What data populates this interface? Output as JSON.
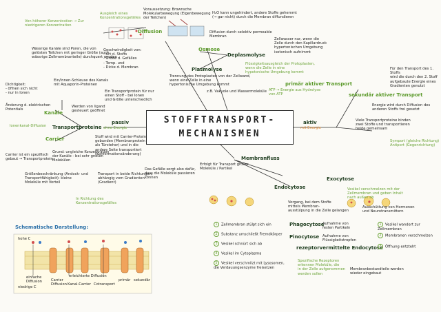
{
  "title": {
    "line1": "STOFFTRANSPORT-",
    "line2": "MECHANISMEN"
  },
  "passiv": {
    "label": "passiv",
    "sub": "ohne Energie"
  },
  "aktiv": {
    "label": "aktiv",
    "sub": "mit Energie"
  },
  "diffusion": {
    "title": "Diffusion",
    "ausgleich": "Ausgleich eines\nKonzentrationsgefälles",
    "voraussetzung": "Voraussetzung: Brownsche\nMolekularbewegung (Eigenbewegung\nder Teilchen)",
    "geschw": "Geschwindigkeit von:\n- Art d. Stoffs\n- Größe d. Gefälles\n- Temp. und\n- Dicke d. Membran",
    "hoch": "Von höherer Konzentration → Zur\nniedrigeren Konzentration"
  },
  "osmose": {
    "title": "Osmose",
    "h2o": "H₂O kann ungehindert, andere Stoffe gehemmt\n(→ gar nicht) durch die Membran diffundieren",
    "diffusion_semi": "Diffusion durch selektiv permeable\nMembran",
    "deplasmolyse": "Deplasmolyse",
    "depl_text": "Zellwasser nur, wenn die\nZelle durch den Kapillardruck\nhypertonischen Umgebung\nisotonisch aufnimmt",
    "depl_green": "Flüssigkeitsausgleich der Protoplasten,\nwenn die Zelle in eine\nhypotonische Umgebung kommt",
    "plasmolyse": "Plasmolyse",
    "plasm_text": "Trennung des Protoplasten von der Zellwand,\nwenn eine Zelle in eine\nhypertonische Umgebung kommt",
    "vakuole": "z.B. Vakuole und Wassermoleküle"
  },
  "kanaele": {
    "title": "Kanäle",
    "tunnel": "Wässrige Kanäle sind Poren, die von\ngelösten Teilchen mit geringer Größe (auch\nwässrige Zellmembranteile) durchquert werden",
    "dichtigkeit": "Dichtigkeit:\n- öffnen sich nicht\n- nur in Ionen",
    "aenderung": "Änderung d. elektrischen\nPotentials",
    "ionen": "Ionenkanal-Diffusion",
    "innen": "Ein/Innen-Schleuse des Kanals\nmit Aquaporin-Proteinen",
    "prot": "Ein Transportprotein für nur\neinen Stoff - bei Ionen\nund Größe unterschiedlich",
    "ligand": "Werden von ligand\ngesteuert geöffnet"
  },
  "transportproteine": "Transportproteine",
  "carrier": {
    "title": "Carrier",
    "bindung": "Stoff wird mit Carrier-Protein\ngebunden (Membranprotein\nals Türsteher) und in die\nandere Seite transportiert\n(Konformationsänderung)",
    "kanal": "Carrier ist ein spezifisch\ngebaut → Transportprotein",
    "grund": "Grund: ungleiche Konzentration\nder Kanäle - bei sehr großen\nMolekülen",
    "groesse": "Größenbeschränkung (Andock- und\nTransportfähigkeit): kleine\nMoleküle mit Vorteil",
    "transport": "Transport in beide Richtungen,\nabhängig vom Gradienten\n(Gradient)",
    "porenpumpen": "In Richtung des\nKonzentrationsgefälles",
    "gefaelle": "Das Gefälle sorgt also dafür,\ndass die Moleküle passieren\nkönnen"
  },
  "primaer": {
    "title": "primär aktiver Transport",
    "text": "ATP → Energie aus Hydrolyse\nvon ATP"
  },
  "sekundaer": {
    "title": "sekundär aktiver Transport",
    "text": "Für den Transport des 1. Stoffs\nwird die durch den 2. Stoff\naufgebaute Energie eines\nGradienten genutzt",
    "energie": "Energie wird durch Diffusion des\nanderen Stoffs frei gesetzt",
    "viele": "Viele Transportproteine binden\nzwei Stoffe und transportieren\nbeide gemeinsam",
    "symport": "Symport (gleiche Richtung)\nAntiport (Gegenrichtung)"
  },
  "membranfluss": {
    "title": "Membranfluss",
    "text": "Erfolgt für Transport großer\nMoleküle / Partikel"
  },
  "endocytose": {
    "title": "Endocytose",
    "vorgang": "Vorgang, bei dem Stoffe\nmittels Membran-\nausstülpung in die Zelle gelangen",
    "phago": "Phagocytose",
    "phago_text": "Aufnahme von\nfesten Partikeln",
    "pino": "Pinocytose",
    "pino_text": "Aufnahme von\nFlüssigkeitstropfen",
    "rezeptor": "rezeptorvermittelte Endocytose",
    "rezeptor_text": "Spezifische Rezeptoren\nerkennen Moleküle, die\nin der Zelle aufgenommen\nwerden sollen",
    "steps": [
      "Zellmembran stülpt sich ein",
      "Substanz umschließt Fremdkörper",
      "Vesikel schnürt sich ab",
      "Vesikel im Cytoplasma",
      "Vesikel verschmilzt mit Lysosomen,\ndie Verdauungsenzyme freisetzen"
    ]
  },
  "exocytose": {
    "title": "Exocytose",
    "text": "Vesikel verschmelzen mit der\nZellmembran und geben Inhalt\nnach außen ab",
    "ausschuettung": "Ausschüttung von Hormonen\nund Neurotransmittern",
    "steps": [
      "Vesikel wandert zur Zellmembran",
      "Membranen verschmelzen",
      "Öffnung entsteht"
    ],
    "lipid": "Membranbestandteile werden\nwieder eingebaut"
  },
  "schema": {
    "title": "Schematische Darstellung:",
    "hoch": "hohe C",
    "niedrig": "niedrige C",
    "labels": [
      "einfache Diffusion",
      "Carrier\nDiffusion",
      "Kanal-Carrier",
      "erleichterte Diffusion",
      "Cotransport",
      "primär",
      "sekundär"
    ]
  },
  "colors": {
    "green": "#6aa336",
    "orange": "#d9822b",
    "ink": "#222222"
  }
}
